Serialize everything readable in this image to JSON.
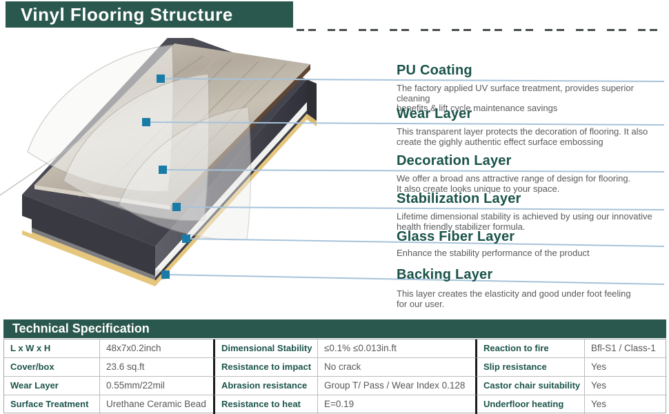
{
  "page": {
    "title": "Vinyl Flooring Structure"
  },
  "colors": {
    "brand_green": "#2b584e",
    "heading_teal": "#195349",
    "callout_line": "#a7c3da",
    "callout_marker": "#1a7ba6",
    "backing_yellow": "#e6c67c",
    "core_charcoal": "#45454e"
  },
  "layers": [
    {
      "name": "PU Coating",
      "desc": "The factory applied UV surface treatment, provides superior cleaning\nbenefits & lift cycle maintenance savings"
    },
    {
      "name": "Wear Layer",
      "desc": "This transparent layer protects the decoration of flooring. It also\ncreate the gighly authentic effect surface embossing"
    },
    {
      "name": "Decoration Layer",
      "desc": "We offer a broad ans attractive range of design for flooring.\nIt also create looks unique to your space."
    },
    {
      "name": "Stabilization Layer",
      "desc": "Lifetime dimensional stability is achieved by using our innovative\nhealth friendly stabilizer formula."
    },
    {
      "name": "Glass Fiber Layer",
      "desc": "Enhance the stability performance of the product"
    },
    {
      "name": "Backing Layer",
      "desc": "This layer creates the elasticity and good under foot feeling\nfor our user."
    }
  ],
  "spec": {
    "title": "Technical Specification",
    "group1": [
      {
        "label": "L x W x H",
        "value": "48x7x0.2inch"
      },
      {
        "label": "Cover/box",
        "value": "23.6 sq.ft"
      },
      {
        "label": "Wear Layer",
        "value": "0.55mm/22mil"
      },
      {
        "label": "Surface Treatment",
        "value": "Urethane Ceramic Bead"
      }
    ],
    "group2": [
      {
        "label": "Dimensional Stability",
        "value": "≤0.1%  ≤0.013in.ft"
      },
      {
        "label": "Resistance to impact",
        "value": "No crack"
      },
      {
        "label": "Abrasion resistance",
        "value": "Group T/ Pass / Wear Index 0.128"
      },
      {
        "label": "Resistance to heat",
        "value": "E=0.19"
      }
    ],
    "group3": [
      {
        "label": "Reaction to fire",
        "value": "Bfl-S1 / Class-1"
      },
      {
        "label": "Slip resistance",
        "value": "Yes"
      },
      {
        "label": "Castor chair suitability",
        "value": "Yes"
      },
      {
        "label": "Underfloor heating",
        "value": "Yes"
      }
    ]
  }
}
